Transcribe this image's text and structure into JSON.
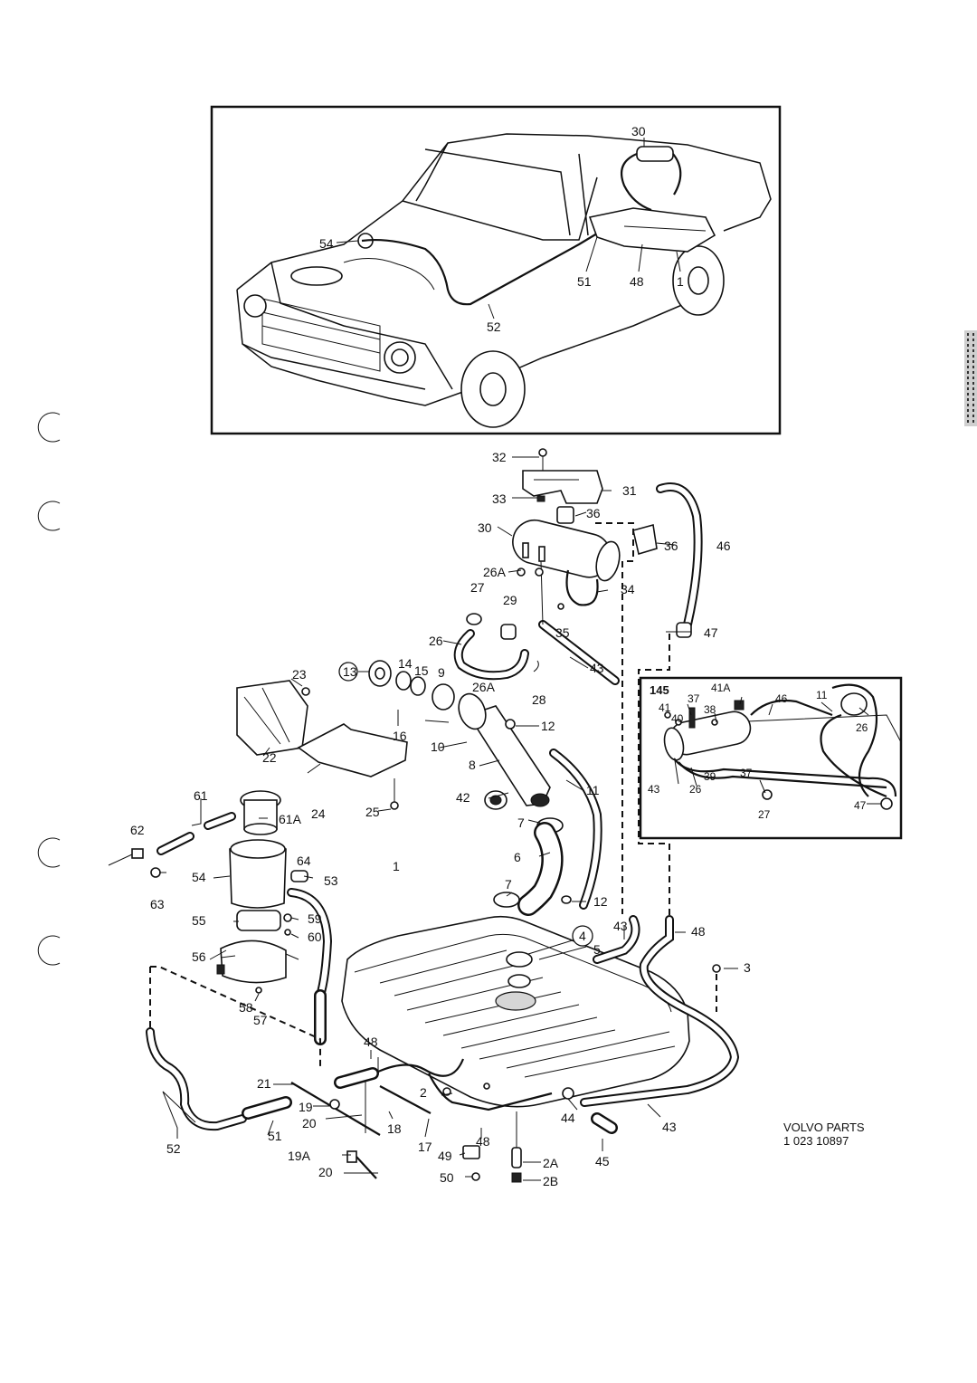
{
  "footer": {
    "line1": "VOLVO PARTS",
    "line2": "1 023 10897"
  },
  "inset_car": {
    "labels": [
      "30",
      "54",
      "51",
      "48",
      "1",
      "52"
    ]
  },
  "inset_145": {
    "title": "145",
    "labels": [
      "41A",
      "41",
      "40",
      "37",
      "38",
      "46",
      "11",
      "26",
      "43",
      "26",
      "39",
      "37",
      "27",
      "47"
    ]
  },
  "main_labels": [
    "32",
    "31",
    "33",
    "36",
    "30",
    "36",
    "46",
    "26A",
    "27",
    "29",
    "34",
    "35",
    "47",
    "26",
    "43",
    "13",
    "14",
    "15",
    "9",
    "26A",
    "28",
    "23",
    "16",
    "12",
    "10",
    "8",
    "11",
    "22",
    "24",
    "42",
    "25",
    "7",
    "61",
    "61A",
    "62",
    "6",
    "64",
    "54",
    "53",
    "63",
    "59",
    "1",
    "7",
    "12",
    "55",
    "60",
    "43",
    "48",
    "4",
    "5",
    "56",
    "3",
    "58",
    "57",
    "48",
    "21",
    "2",
    "19",
    "20",
    "18",
    "51",
    "44",
    "43",
    "52",
    "17",
    "48",
    "49",
    "2A",
    "45",
    "19A",
    "20",
    "50",
    "2B"
  ]
}
